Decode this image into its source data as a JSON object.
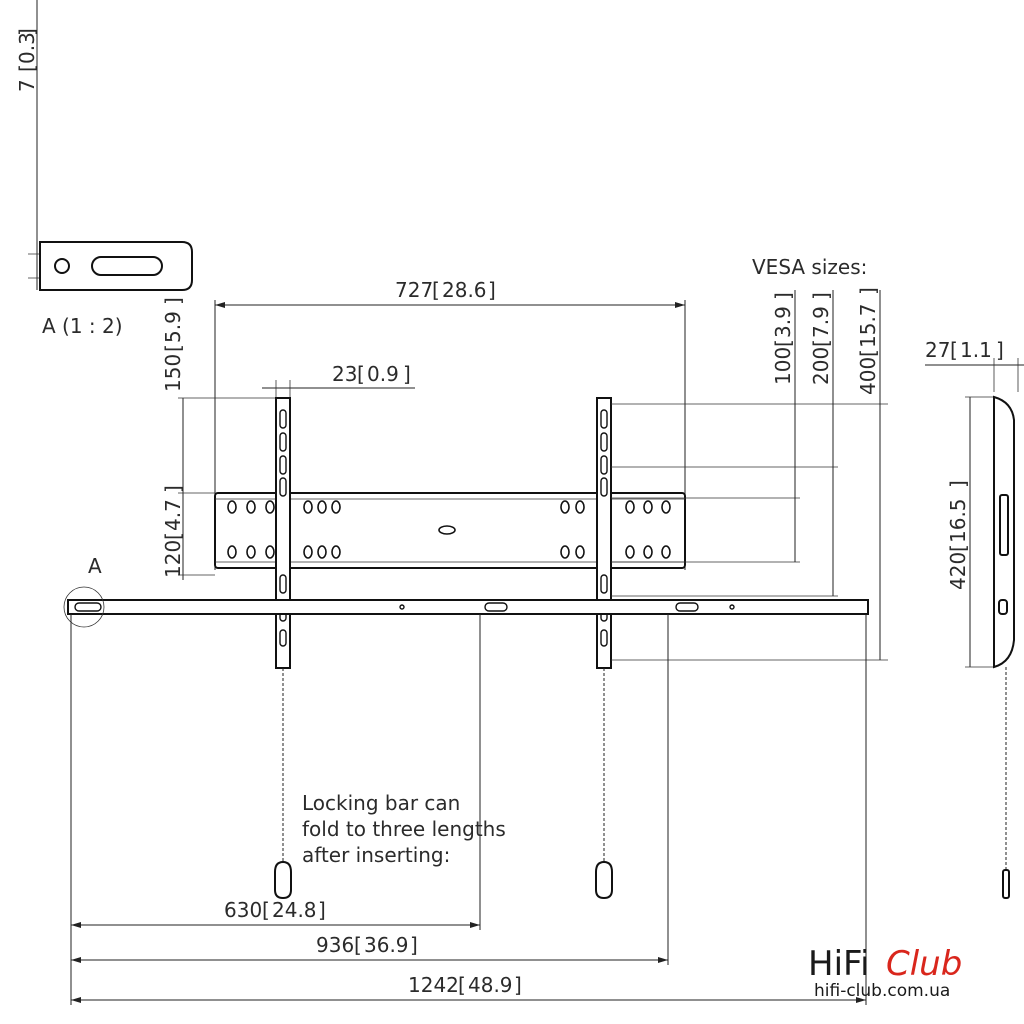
{
  "dimensions": {
    "top_thickness": "7",
    "top_thickness_in": "0.3",
    "width_727": "727",
    "width_727_in": "28.6",
    "offset_23": "23",
    "offset_23_in": "0.9",
    "height_150": "150",
    "height_150_in": "5.9",
    "height_120": "120",
    "height_120_in": "4.7",
    "vesa_100": "100",
    "vesa_100_in": "3.9",
    "vesa_200": "200",
    "vesa_200_in": "7.9",
    "vesa_400": "400",
    "vesa_400_in": "15.7",
    "depth_27": "27",
    "depth_27_in": "1.1",
    "height_420": "420",
    "height_420_in": "16.5",
    "bar_630": "630",
    "bar_630_in": "24.8",
    "bar_936": "936",
    "bar_936_in": "36.9",
    "bar_1242": "1242",
    "bar_1242_in": "48.9"
  },
  "labels": {
    "vesa_title": "VESA sizes:",
    "detail_scale": "A (1 : 2)",
    "detail_marker": "A",
    "note_line1": "Locking bar can",
    "note_line2": "fold to three lengths",
    "note_line3": "after inserting:"
  },
  "logo": {
    "part1": "HiFi",
    "part2": "Club",
    "url": "hifi-club.com.ua",
    "accent_color": "#d9261c"
  }
}
